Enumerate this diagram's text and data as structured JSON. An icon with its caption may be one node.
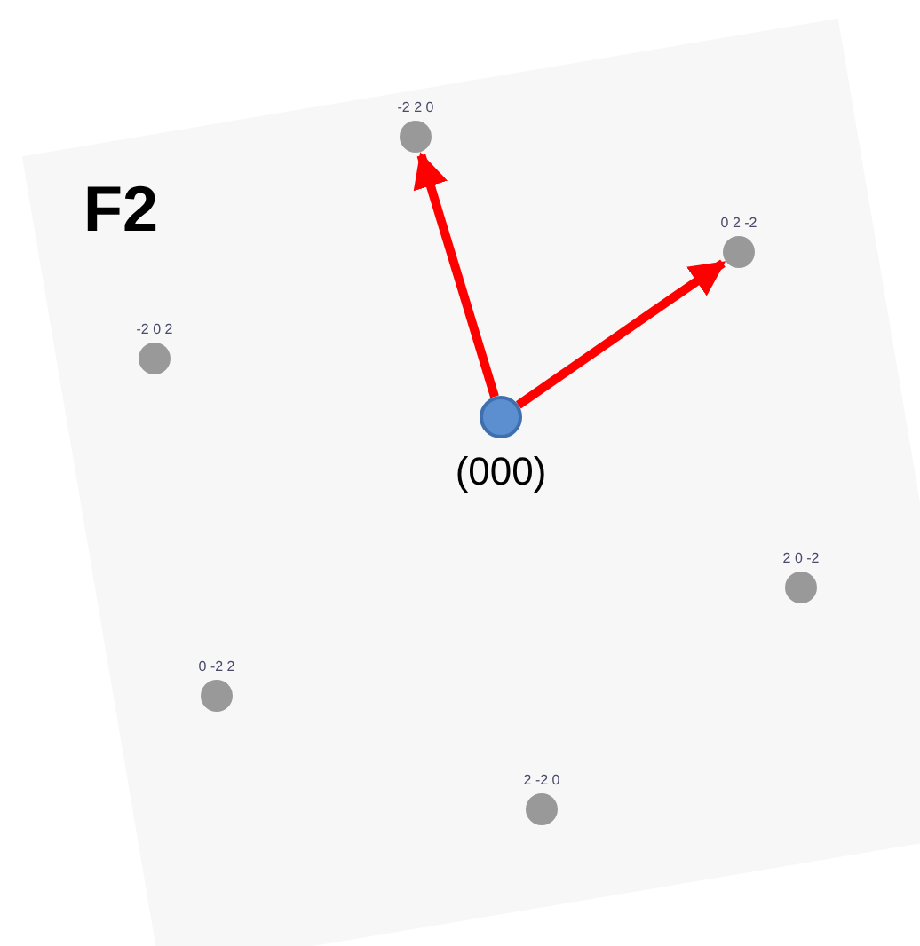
{
  "diagram": {
    "title": "F2",
    "nodes": [
      {
        "text": [
          "-2 2 0"
        ]
      },
      {
        "text": [
          "0 2 -2"
        ]
      },
      {
        "text": [
          "-2 0 2"
        ]
      },
      {
        "text": [
          "(000)"
        ]
      },
      {
        "text": [
          "2 0 -2"
        ]
      },
      {
        "text": [
          "0 -2 2"
        ]
      },
      {
        "text": [
          "2 -2 0"
        ]
      }
    ],
    "edges": [
      {
        "from": 3,
        "to": 0,
        "arrow": "to"
      },
      {
        "from": 3,
        "to": 1,
        "arrow": "to"
      }
    ]
  }
}
